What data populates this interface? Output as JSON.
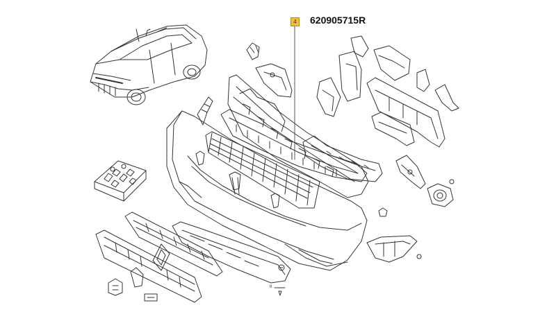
{
  "callout": {
    "index": "4",
    "part_number": "620905715R"
  },
  "notes": {
    "bolt_label": "8"
  },
  "colors": {
    "line": "#333333",
    "highlight": "#f0c040",
    "leader": "#555555"
  },
  "icons": [
    "car-icon",
    "brand-logo-icon"
  ]
}
